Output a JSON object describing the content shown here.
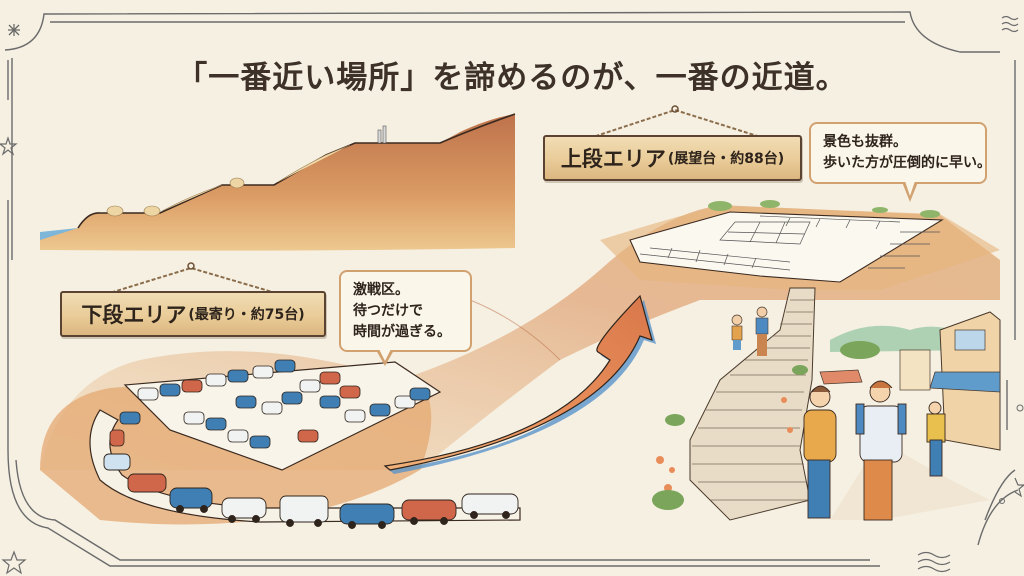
{
  "title": "「一番近い場所」を諦めるのが、一番の近道。",
  "lower_area": {
    "sign_main": "下段エリア",
    "sign_sub": "(最寄り・約75台)",
    "bubble_lines": [
      "激戦区。",
      "待つだけで",
      "時間が過ぎる。"
    ]
  },
  "upper_area": {
    "sign_main": "上段エリア",
    "sign_sub": "(展望台・約88台)",
    "bubble_lines": [
      "景色も抜群。",
      "歩いた方が圧倒的に早い。"
    ]
  },
  "illustrations": {
    "cross_section": "hillside-cross-section-icon",
    "lower_lot": "crowded-parking-lot-icon",
    "car_queue": "car-queue-icon",
    "arrow": "upward-curved-arrow-icon",
    "upper_lot": "empty-parking-lot-icon",
    "stairs": "stone-stairs-icon",
    "walkers": "hikers-icon",
    "town": "shopping-street-icon"
  },
  "colors": {
    "background": "#f6f0e3",
    "title_text": "#3d3128",
    "earth": "#c9793f",
    "earth_light": "#e7b77a",
    "car_blue": "#3f7fb3",
    "car_red": "#d1674a",
    "car_white": "#f1f2f2",
    "bubble_border": "#d2a170",
    "sign_wood": "#e9cc98",
    "frame": "#6b6b6b"
  }
}
